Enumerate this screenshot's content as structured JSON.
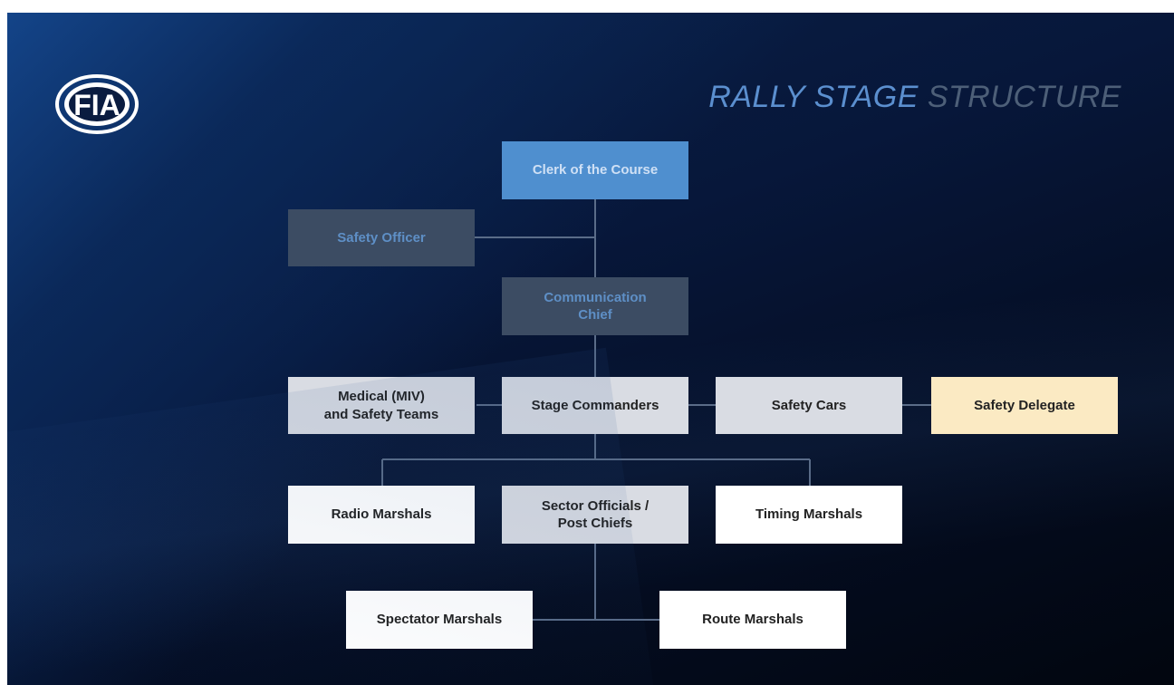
{
  "slide": {
    "logo_text": "FIA",
    "title_part1": "RALLY STAGE",
    "title_part2": "STRUCTURE"
  },
  "nodes": {
    "clerk": {
      "label": "Clerk of the Course"
    },
    "safety_officer": {
      "label": "Safety Officer"
    },
    "communication_chief": {
      "line1": "Communication",
      "line2": "Chief"
    },
    "medical": {
      "line1": "Medical (MIV)",
      "line2": "and Safety Teams"
    },
    "stage_commanders": {
      "label": "Stage Commanders"
    },
    "safety_cars": {
      "label": "Safety Cars"
    },
    "safety_delegate": {
      "label": "Safety Delegate"
    },
    "radio_marshals": {
      "label": "Radio Marshals"
    },
    "sector_officials": {
      "line1": "Sector Officials /",
      "line2": "Post Chiefs"
    },
    "timing_marshals": {
      "label": "Timing Marshals"
    },
    "spectator_marshals": {
      "label": "Spectator Marshals"
    },
    "route_marshals": {
      "label": "Route Marshals"
    }
  },
  "colors": {
    "primary_blue": "#4f8fcf",
    "grey_box": "#3c4c63",
    "light_box": "#d9dce3",
    "cream_box": "#fbeac3",
    "connector": "#5a6c88"
  }
}
